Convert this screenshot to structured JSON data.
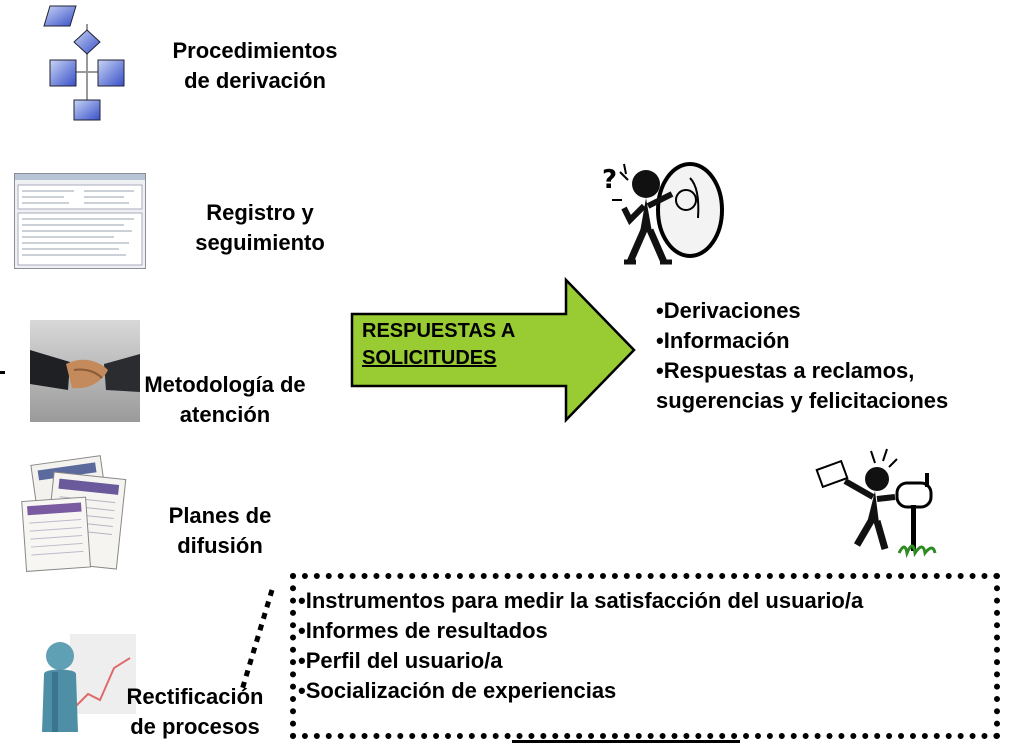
{
  "items": {
    "procedimientos": {
      "line1": "Procedimientos",
      "line2": "de derivación"
    },
    "registro": {
      "line1": "Registro y",
      "line2": "seguimiento"
    },
    "metodologia": {
      "line1": "Metodología de",
      "line2": "atención"
    },
    "planes": {
      "line1": "Planes de",
      "line2": "difusión"
    },
    "rectificacion": {
      "line1": "Rectificación",
      "line2": "de procesos"
    }
  },
  "arrow": {
    "line1": "RESPUESTAS A",
    "line2": "SOLICITUDES",
    "color": "#99cc33"
  },
  "responses": [
    "•Derivaciones",
    "•Información",
    "•Respuestas a reclamos,",
    "sugerencias y felicitaciones"
  ],
  "evaluation": [
    "•Instrumentos para medir la satisfacción del usuario/a",
    "•Informes de resultados",
    "•Perfil del usuario/a",
    "•Socialización de experiencias"
  ],
  "icons": [
    "flowchart-icon",
    "spreadsheet-screenshot-icon",
    "handshake-icon",
    "newspaper-icon",
    "person-chart-icon",
    "phone-figure-icon",
    "mailbox-figure-icon"
  ]
}
